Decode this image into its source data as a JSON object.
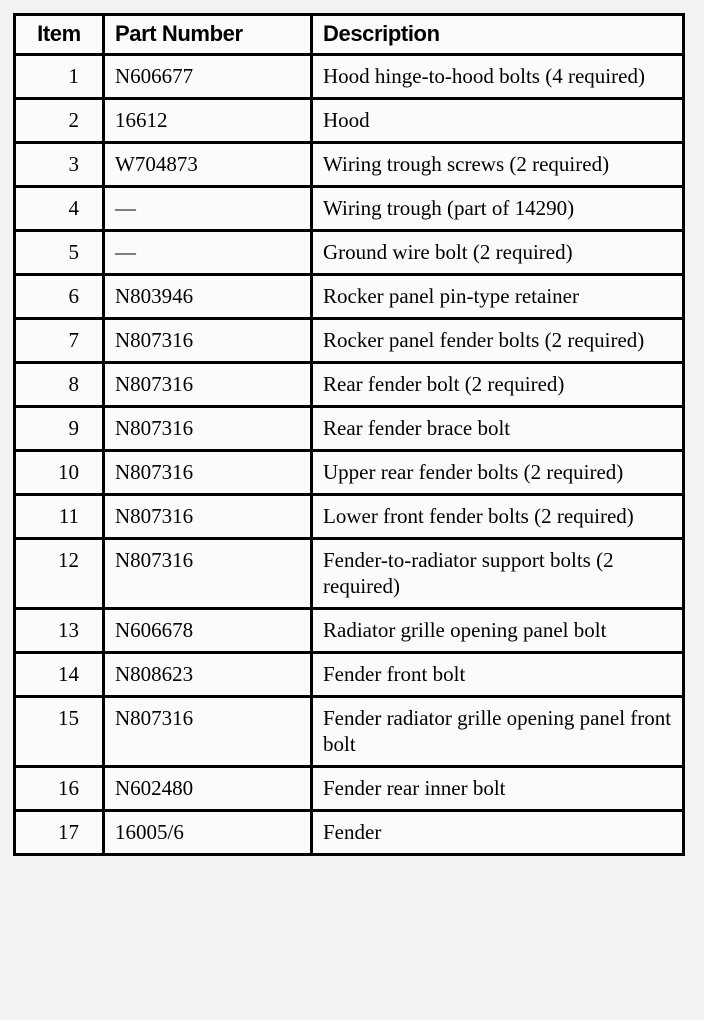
{
  "table": {
    "columns": [
      {
        "key": "item",
        "label": "Item"
      },
      {
        "key": "part_number",
        "label": "Part Number"
      },
      {
        "key": "description",
        "label": "Description"
      }
    ],
    "rows": [
      {
        "item": "1",
        "part_number": "N606677",
        "description": "Hood hinge-to-hood bolts (4 required)"
      },
      {
        "item": "2",
        "part_number": "16612",
        "description": "Hood"
      },
      {
        "item": "3",
        "part_number": "W704873",
        "description": "Wiring trough screws (2 required)"
      },
      {
        "item": "4",
        "part_number": "—",
        "description": "Wiring trough (part of 14290)"
      },
      {
        "item": "5",
        "part_number": "—",
        "description": "Ground wire bolt (2 required)"
      },
      {
        "item": "6",
        "part_number": "N803946",
        "description": "Rocker panel pin-type retainer"
      },
      {
        "item": "7",
        "part_number": "N807316",
        "description": "Rocker panel fender bolts (2 required)"
      },
      {
        "item": "8",
        "part_number": "N807316",
        "description": "Rear fender bolt (2 required)"
      },
      {
        "item": "9",
        "part_number": "N807316",
        "description": "Rear fender brace bolt"
      },
      {
        "item": "10",
        "part_number": "N807316",
        "description": "Upper rear fender bolts (2 required)"
      },
      {
        "item": "11",
        "part_number": "N807316",
        "description": "Lower front fender bolts (2 required)"
      },
      {
        "item": "12",
        "part_number": "N807316",
        "description": "Fender-to-radiator support bolts (2 required)"
      },
      {
        "item": "13",
        "part_number": "N606678",
        "description": "Radiator grille opening panel bolt"
      },
      {
        "item": "14",
        "part_number": "N808623",
        "description": "Fender front bolt"
      },
      {
        "item": "15",
        "part_number": "N807316",
        "description": "Fender radiator grille opening panel front bolt"
      },
      {
        "item": "16",
        "part_number": "N602480",
        "description": "Fender rear inner bolt"
      },
      {
        "item": "17",
        "part_number": "16005/6",
        "description": "Fender"
      }
    ]
  },
  "colors": {
    "border": "#000000",
    "page_background": "#f2f2f0",
    "cell_background": "#fbfbf9",
    "text": "#000000"
  }
}
